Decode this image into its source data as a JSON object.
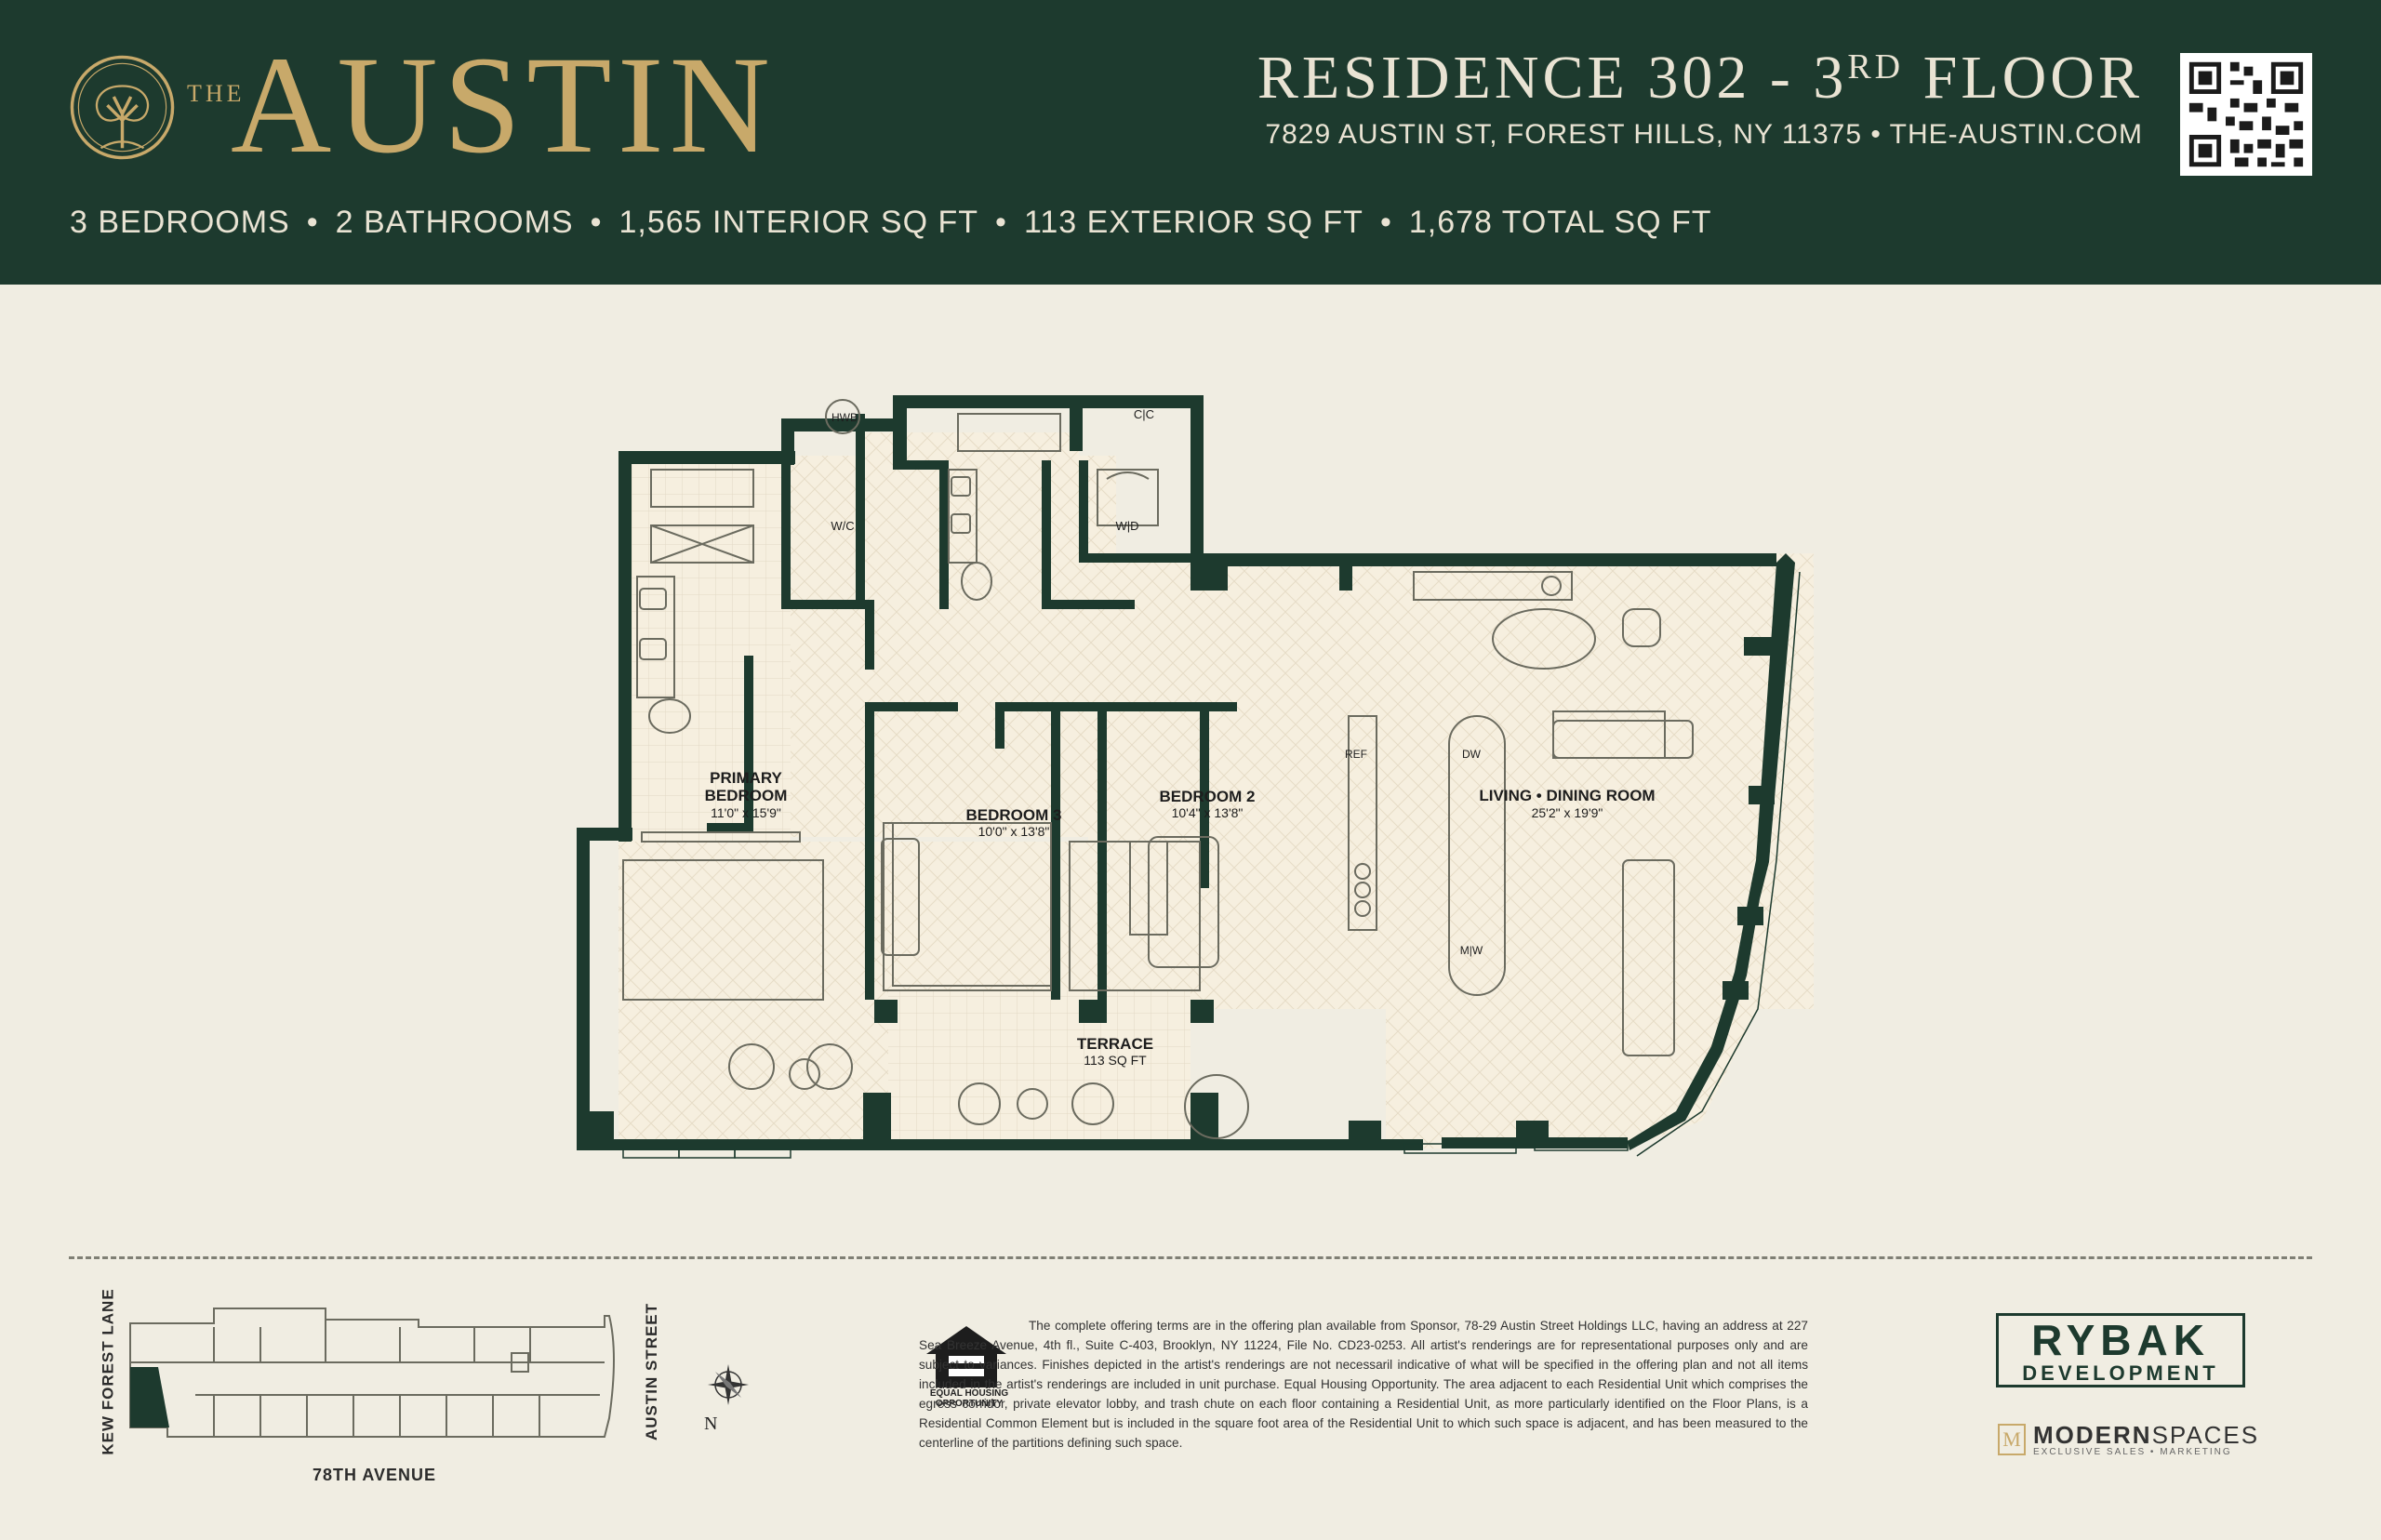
{
  "header": {
    "logo_prefix": "THE",
    "logo_word": "AUSTIN",
    "residence_title": "RESIDENCE 302 - 3",
    "residence_sup": "RD",
    "residence_suffix": " FLOOR",
    "address": "7829 AUSTIN ST, FOREST HILLS, NY 11375 • THE-AUSTIN.COM",
    "stats": [
      "3 BEDROOMS",
      "2 BATHROOMS",
      "1,565 INTERIOR SQ FT",
      "113 EXTERIOR SQ FT",
      "1,678 TOTAL SQ FT"
    ],
    "stat_separator": "•"
  },
  "plan": {
    "rooms": {
      "primary_title": "PRIMARY",
      "primary_title2": "BEDROOM",
      "primary_dim": "11'0\" x 15'9\"",
      "bed3_title": "BEDROOM 3",
      "bed3_dim": "10'0\" x 13'8\"",
      "bed2_title": "BEDROOM 2",
      "bed2_dim": "10'4\" x 13'8\"",
      "living_title": "LIVING • DINING ROOM",
      "living_dim": "25'2\" x 19'9\"",
      "terrace_title": "TERRACE",
      "terrace_dim": "113 SQ FT"
    },
    "fixtures": {
      "hwb": "HWB",
      "cc": "C|C",
      "wic": "W/C",
      "wd": "W|D",
      "ref": "REF",
      "dw": "DW",
      "mw": "M|W"
    }
  },
  "keyplan": {
    "west_street": "KEW FOREST LANE",
    "east_street": "AUSTIN STREET",
    "south_street": "78TH AVENUE",
    "north": "N"
  },
  "eho": {
    "line1": "EQUAL HOUSING",
    "line2": "OPPORTUNITY"
  },
  "disclaimer": "The complete offering terms are in the offering plan available from Sponsor, 78-29 Austin Street Holdings LLC, having an address at 227 Sea Breeze Avenue, 4th fl., Suite C-403, Brooklyn, NY 11224, File No. CD23-0253. All artist's renderings are for representational purposes only and are subject to variances. Finishes depicted in the artist's renderings are not necessaril indicative of what will be specified in the offering plan and not all items included in the artist's renderings are included in unit purchase. Equal Housing Opportunity. The area adjacent to each Residential Unit which comprises the egress corridor, private elevator lobby, and trash chute on each floor containing a Residential Unit, as more particularly identified on the Floor Plans, is a Residential Common Element but is included in the square foot area of the Residential Unit to which such space is adjacent, and has been measured to the centerline of the partitions defining such space.",
  "developer": {
    "name": "RYBAK",
    "sub": "DEVELOPMENT"
  },
  "broker": {
    "mark": "M",
    "name_bold": "MODERN",
    "name_light": "SPACES",
    "sub": "EXCLUSIVE SALES • MARKETING"
  },
  "colors": {
    "brand_green": "#1d3a2e",
    "gold": "#c8a96a",
    "paper": "#f0ede2",
    "floor": "#f6efdf"
  }
}
